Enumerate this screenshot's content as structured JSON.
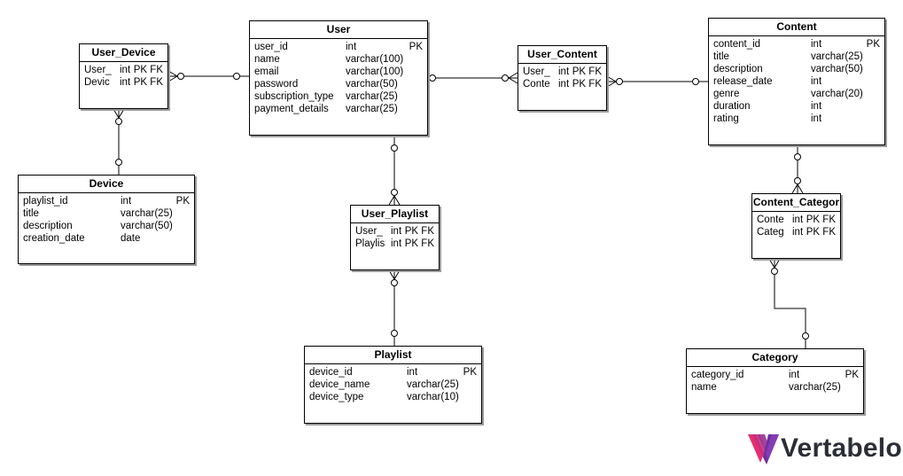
{
  "entities": {
    "user_device": {
      "title": "User_Device",
      "columns": [
        {
          "name": "User_",
          "type": "int",
          "key": "PK FK"
        },
        {
          "name": "Devic",
          "type": "int",
          "key": "PK FK"
        }
      ]
    },
    "user": {
      "title": "User",
      "columns": [
        {
          "name": "user_id",
          "type": "int",
          "key": "PK"
        },
        {
          "name": "name",
          "type": "varchar(100)",
          "key": ""
        },
        {
          "name": "email",
          "type": "varchar(100)",
          "key": ""
        },
        {
          "name": "password",
          "type": "varchar(50)",
          "key": ""
        },
        {
          "name": "subscription_type",
          "type": "varchar(25)",
          "key": ""
        },
        {
          "name": "payment_details",
          "type": "varchar(25)",
          "key": ""
        }
      ]
    },
    "user_content": {
      "title": "User_Content",
      "columns": [
        {
          "name": "User_",
          "type": "int",
          "key": "PK FK"
        },
        {
          "name": "Conte",
          "type": "int",
          "key": "PK FK"
        }
      ]
    },
    "content": {
      "title": "Content",
      "columns": [
        {
          "name": "content_id",
          "type": "int",
          "key": "PK"
        },
        {
          "name": "title",
          "type": "varchar(25)",
          "key": ""
        },
        {
          "name": "description",
          "type": "varchar(50)",
          "key": ""
        },
        {
          "name": "release_date",
          "type": "int",
          "key": ""
        },
        {
          "name": "genre",
          "type": "varchar(20)",
          "key": ""
        },
        {
          "name": "duration",
          "type": "int",
          "key": ""
        },
        {
          "name": "rating",
          "type": "int",
          "key": ""
        }
      ]
    },
    "device": {
      "title": "Device",
      "columns": [
        {
          "name": "playlist_id",
          "type": "int",
          "key": "PK"
        },
        {
          "name": "title",
          "type": "varchar(25)",
          "key": ""
        },
        {
          "name": "description",
          "type": "varchar(50)",
          "key": ""
        },
        {
          "name": "creation_date",
          "type": "date",
          "key": ""
        }
      ]
    },
    "user_playlist": {
      "title": "User_Playlist",
      "columns": [
        {
          "name": "User_",
          "type": "int",
          "key": "PK FK"
        },
        {
          "name": "Playlis",
          "type": "int",
          "key": "PK FK"
        }
      ]
    },
    "content_category": {
      "title": "Content_Categor",
      "columns": [
        {
          "name": "Conte",
          "type": "int",
          "key": "PK FK"
        },
        {
          "name": "Categ",
          "type": "int",
          "key": "PK FK"
        }
      ]
    },
    "playlist": {
      "title": "Playlist",
      "columns": [
        {
          "name": "device_id",
          "type": "int",
          "key": "PK"
        },
        {
          "name": "device_name",
          "type": "varchar(25)",
          "key": ""
        },
        {
          "name": "device_type",
          "type": "varchar(10)",
          "key": ""
        }
      ]
    },
    "category": {
      "title": "Category",
      "columns": [
        {
          "name": "category_id",
          "type": "int",
          "key": "PK"
        },
        {
          "name": "name",
          "type": "varchar(25)",
          "key": ""
        }
      ]
    }
  },
  "relationships": [
    {
      "from": "user_device",
      "to": "user",
      "from_end": "many",
      "to_end": "one"
    },
    {
      "from": "user_device",
      "to": "device",
      "from_end": "many",
      "to_end": "one"
    },
    {
      "from": "user_content",
      "to": "user",
      "from_end": "many",
      "to_end": "one"
    },
    {
      "from": "user_content",
      "to": "content",
      "from_end": "many",
      "to_end": "one"
    },
    {
      "from": "user_playlist",
      "to": "user",
      "from_end": "many",
      "to_end": "one"
    },
    {
      "from": "user_playlist",
      "to": "playlist",
      "from_end": "many",
      "to_end": "one"
    },
    {
      "from": "content_category",
      "to": "content",
      "from_end": "many",
      "to_end": "one"
    },
    {
      "from": "content_category",
      "to": "category",
      "from_end": "many",
      "to_end": "one"
    }
  ],
  "logo": {
    "text": "Vertabelo",
    "icon": "vertabelo-logo-icon",
    "colors": [
      "#e52e71",
      "#7a2fa0",
      "#2b2e36"
    ]
  }
}
